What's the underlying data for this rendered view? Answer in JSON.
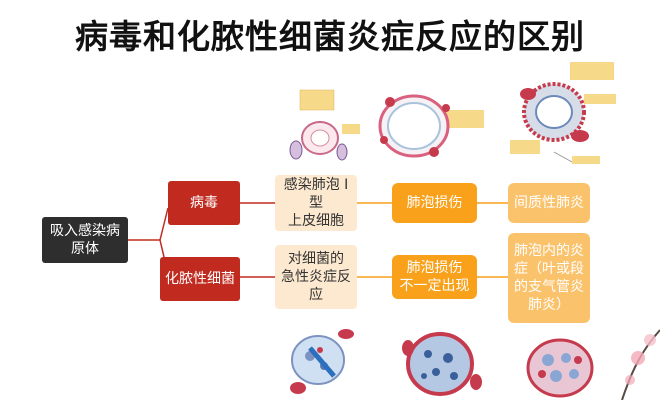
{
  "title": "病毒和化脓性细菌炎症反应的区别",
  "root": "吸入感染病\n原体",
  "virus": {
    "cause": "病毒",
    "cells": "感染肺泡 I\n型\n上皮细胞",
    "damage": "肺泡损伤",
    "result": "间质性肺炎"
  },
  "bacteria": {
    "cause": "化脓性细菌",
    "reaction": "对细菌的\n急性炎症反\n应",
    "damage": "肺泡损伤\n不一定出现",
    "result": "肺泡内的炎\n症（叶或段\n的支气管炎\n肺炎）"
  },
  "colors": {
    "root": "#2e2e2e",
    "cause": "#c02a1f",
    "mechanism": "#fde9cf",
    "damage": "#f9a11b",
    "result": "#fbc26c",
    "connector": "#c02a1f"
  }
}
